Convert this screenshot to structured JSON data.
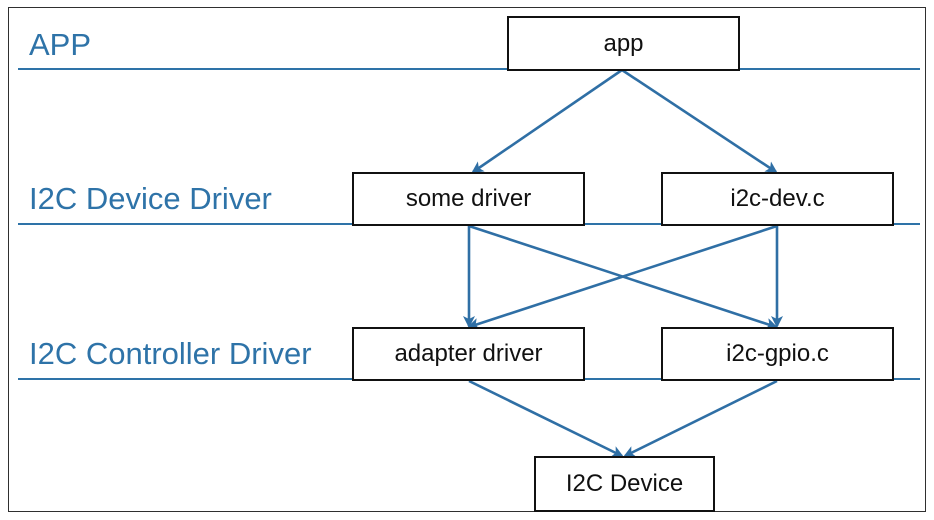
{
  "layers": {
    "app": "APP",
    "device_driver": "I2C Device Driver",
    "controller_driver": "I2C Controller Driver"
  },
  "boxes": {
    "app": "app",
    "some_driver": "some driver",
    "i2c_dev": "i2c-dev.c",
    "adapter_driver": "adapter driver",
    "i2c_gpio": "i2c-gpio.c",
    "i2c_device": "I2C Device"
  },
  "colors": {
    "layer_text": "#2e73a8",
    "separator": "#2e73a8",
    "arrow": "#2f6fa5",
    "box_border": "#111111"
  }
}
